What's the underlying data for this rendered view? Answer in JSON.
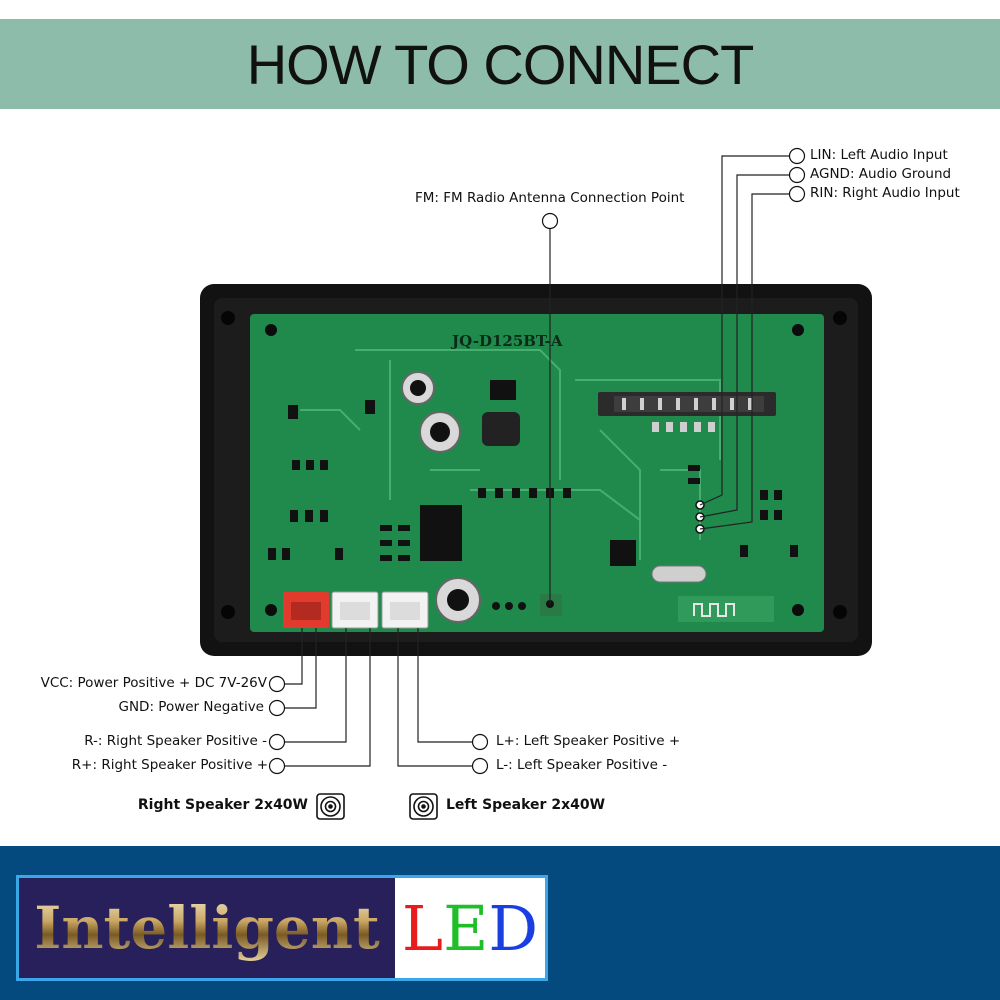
{
  "title": "HOW TO CONNECT",
  "board": {
    "model": "JQ-D125BT-A"
  },
  "labels": {
    "lin": "LIN: Left Audio Input",
    "agnd": "AGND: Audio Ground",
    "rin": "RIN: Right Audio Input",
    "fm": "FM: FM Radio Antenna Connection Point",
    "vcc": "VCC: Power Positive + DC 7V-26V",
    "gnd": "GND: Power Negative",
    "r_minus": "R-: Right Speaker Positive -",
    "r_plus": "R+: Right Speaker Positive +",
    "l_plus": "L+: Left Speaker Positive +",
    "l_minus": "L-: Left Speaker Positive -"
  },
  "speakers": {
    "right": "Right Speaker 2x40W",
    "left": "Left Speaker 2x40W"
  },
  "logo": {
    "word": "Intelligent",
    "l": "L",
    "e": "E",
    "d": "D",
    "colors": {
      "l": "#e81c1c",
      "e": "#1fbf2a",
      "d": "#1a3fe0"
    }
  },
  "icons": [
    "speaker-icon"
  ]
}
